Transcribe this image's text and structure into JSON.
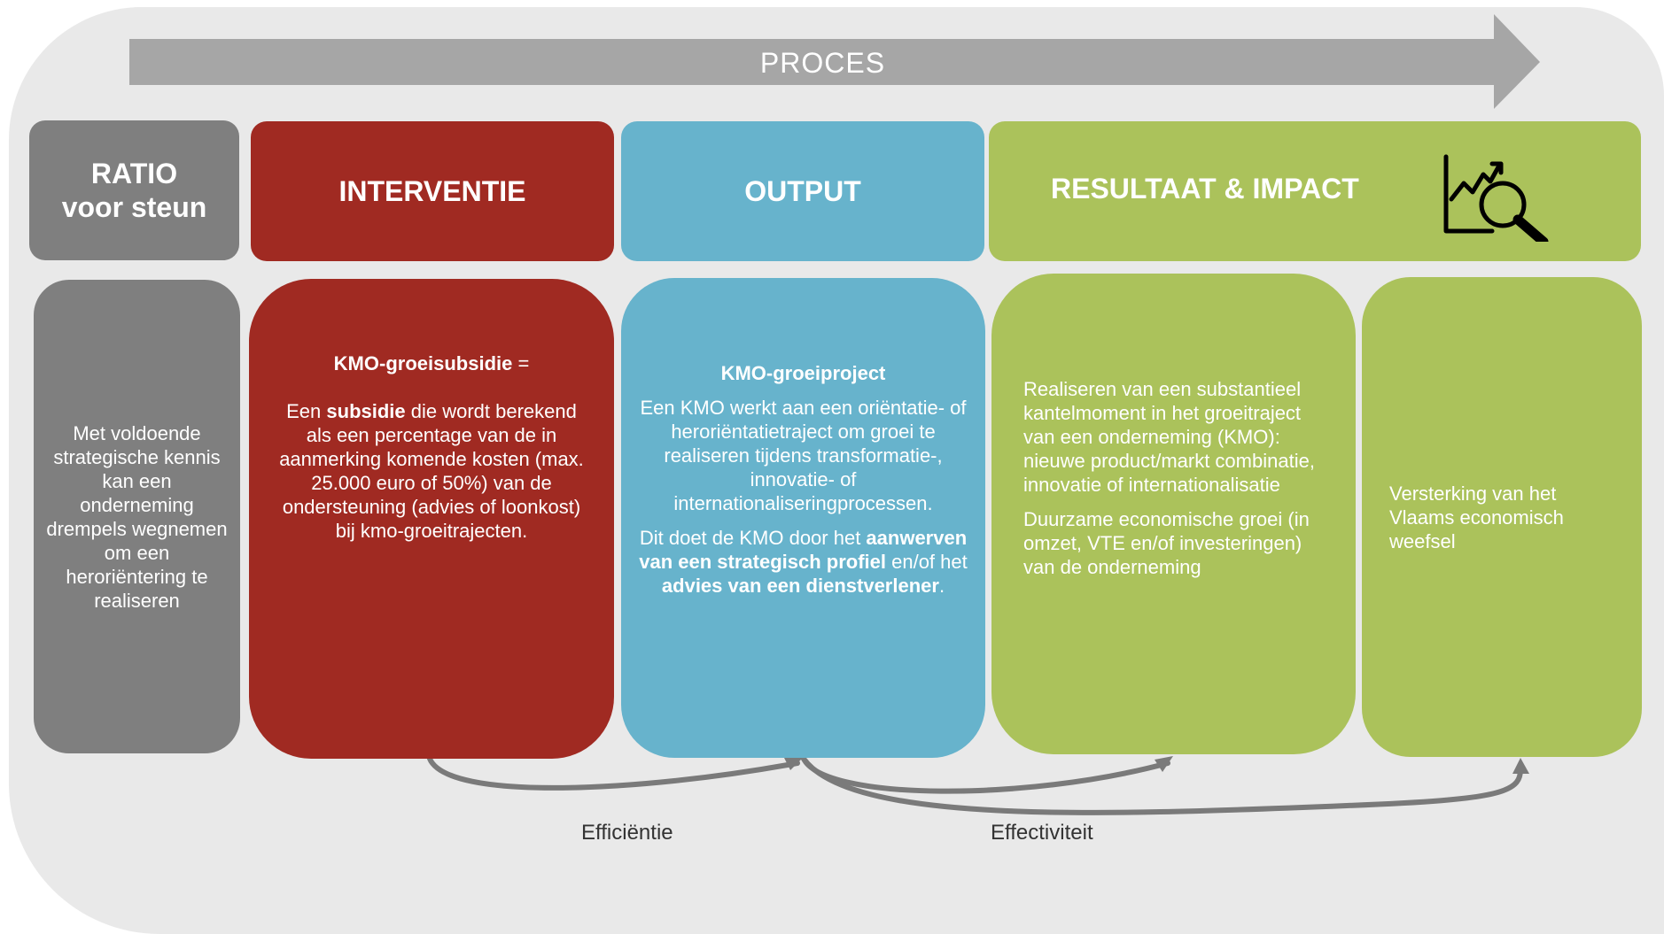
{
  "process_arrow": {
    "label": "PROCES",
    "color": "#a6a6a6"
  },
  "colors": {
    "ratio": "#7f7f7f",
    "interventie": "#a02a22",
    "output": "#67b3cc",
    "resultaat": "#abc25b",
    "background": "#e9e9e9",
    "connector": "#7a7a7a"
  },
  "headers": {
    "ratio_line1": "RATIO",
    "ratio_line2": "voor steun",
    "interventie": "INTERVENTIE",
    "output": "OUTPUT",
    "resultaat": "RESULTAAT & IMPACT",
    "resultaat_icon": "chart-magnifier-icon"
  },
  "ratio_box": {
    "text": "Met voldoende strategische kennis kan een onderneming drempels wegnemen om een heroriëntering te realiseren"
  },
  "interventie_box": {
    "title": "KMO-groeisubsidie",
    "title_suffix": " =",
    "t1": "Een ",
    "t2_bold": "subsidie",
    "t3": " die wordt berekend als een percentage van de in aanmerking komende kosten (max. 25.000 euro of 50%) van de ondersteuning (advies of loonkost) bij kmo-groeitrajecten."
  },
  "output_box": {
    "title": "KMO-groeiproject",
    "p1": "Een KMO werkt aan een oriëntatie- of heroriëntatietraject om groei te realiseren tijdens transformatie-, innovatie- of internationaliseringprocessen.",
    "p2_a": "Dit doet de KMO door het ",
    "p2_b_bold": "aanwerven van een strategisch profiel",
    "p2_c": " en/of het ",
    "p2_d_bold": "advies van een dienstverlener",
    "p2_e": "."
  },
  "resultaat_box": {
    "p1": "Realiseren van een substantieel kantelmoment in het groeitraject van een onderneming (KMO): nieuwe product/markt combinatie, innovatie of internationalisatie",
    "p2": "Duurzame economische groei (in omzet, VTE en/of investeringen) van de onderneming"
  },
  "impact_box": {
    "text": "Versterking van het Vlaams economisch weefsel"
  },
  "captions": {
    "efficientie": "Efficiëntie",
    "effectiviteit": "Effectiviteit"
  }
}
